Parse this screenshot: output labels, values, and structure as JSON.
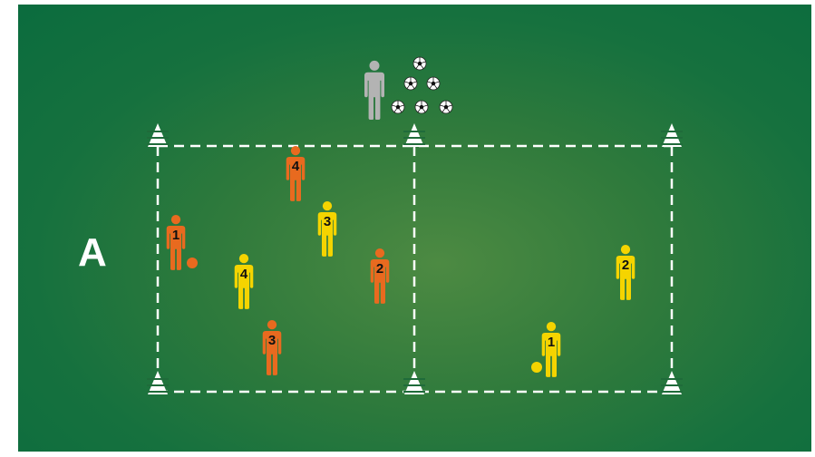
{
  "area_label": "A",
  "colors": {
    "pitch": "#11703e",
    "lines": "#ffffff",
    "orange_team": "#e86a1f",
    "yellow_team": "#f5d400",
    "coach": "#b3b3b3",
    "cone": "#ffffff"
  },
  "icons": {
    "player": "player-figure-icon",
    "coach": "coach-figure-icon",
    "cone": "cone-icon",
    "ball": "soccer-ball-icon"
  },
  "players": [
    {
      "team": "orange",
      "number": "1",
      "has_ball": true
    },
    {
      "team": "orange",
      "number": "2",
      "has_ball": false
    },
    {
      "team": "orange",
      "number": "3",
      "has_ball": false
    },
    {
      "team": "orange",
      "number": "4",
      "has_ball": false
    },
    {
      "team": "yellow",
      "number": "1",
      "has_ball": true
    },
    {
      "team": "yellow",
      "number": "2",
      "has_ball": false
    },
    {
      "team": "yellow",
      "number": "3",
      "has_ball": false
    },
    {
      "team": "yellow",
      "number": "4",
      "has_ball": false
    }
  ],
  "coach_count": 1,
  "ball_supply_count": 6,
  "cone_count": 6
}
